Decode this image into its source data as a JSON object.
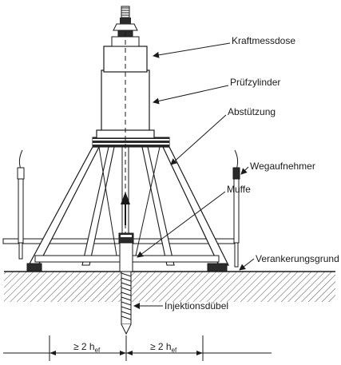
{
  "labels": {
    "kraftmessdose": "Kraftmessdose",
    "pruefzylinder": "Prüfzylinder",
    "abstuetzung": "Abstützung",
    "wegaufnehmer": "Wegaufnehmer",
    "muffe": "Muffe",
    "verankerungsgrund": "Verankerungsgrund",
    "injektionsduebel": "Injektionsdübel"
  },
  "dimensions": {
    "left": {
      "prefix": "≥ 2 h",
      "sub": "ef"
    },
    "right": {
      "prefix": "≥ 2 h",
      "sub": "ef"
    }
  },
  "colors": {
    "ink": "#1a1a1a",
    "hatch": "#555555",
    "dark": "#2b2b2b"
  }
}
